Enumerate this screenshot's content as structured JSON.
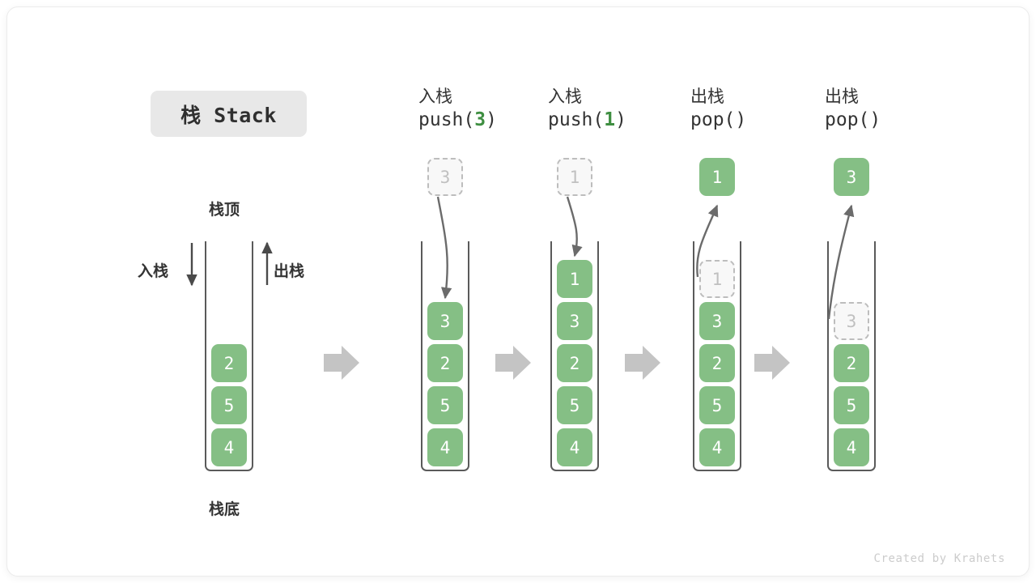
{
  "title": {
    "badge": "栈 Stack"
  },
  "left_diagram": {
    "top_caption": "栈顶",
    "bottom_caption": "栈底",
    "push_label": "入栈",
    "pop_label": "出栈",
    "cells": [
      "2",
      "5",
      "4"
    ]
  },
  "steps": [
    {
      "cn_label": "入栈",
      "op_prefix": "push(",
      "op_arg": "3",
      "op_suffix": ")",
      "floating_cell": "3",
      "floating_style": "ghost",
      "direction": "down",
      "cells": [
        "3",
        "2",
        "5",
        "4"
      ],
      "ghost_index": -1
    },
    {
      "cn_label": "入栈",
      "op_prefix": "push(",
      "op_arg": "1",
      "op_suffix": ")",
      "floating_cell": "1",
      "floating_style": "ghost",
      "direction": "down",
      "cells": [
        "1",
        "3",
        "2",
        "5",
        "4"
      ],
      "ghost_index": -1
    },
    {
      "cn_label": "出栈",
      "op_prefix": "pop(",
      "op_arg": "",
      "op_suffix": ")",
      "floating_cell": "1",
      "floating_style": "solid",
      "direction": "up",
      "cells": [
        "1",
        "3",
        "2",
        "5",
        "4"
      ],
      "ghost_index": 0
    },
    {
      "cn_label": "出栈",
      "op_prefix": "pop(",
      "op_arg": "",
      "op_suffix": ")",
      "floating_cell": "3",
      "floating_style": "solid",
      "direction": "up",
      "cells": [
        "3",
        "2",
        "5",
        "4"
      ],
      "ghost_index": 0
    }
  ],
  "colors": {
    "cell_green": "#85bf85",
    "accent_green": "#3e8e41",
    "arrow_gray": "#c4c4c4",
    "curve_gray": "#6b6b6b",
    "wall_gray": "#5a5a5a",
    "badge_bg": "#e8e8e8"
  },
  "footer": {
    "credit": "Created by Krahets"
  }
}
